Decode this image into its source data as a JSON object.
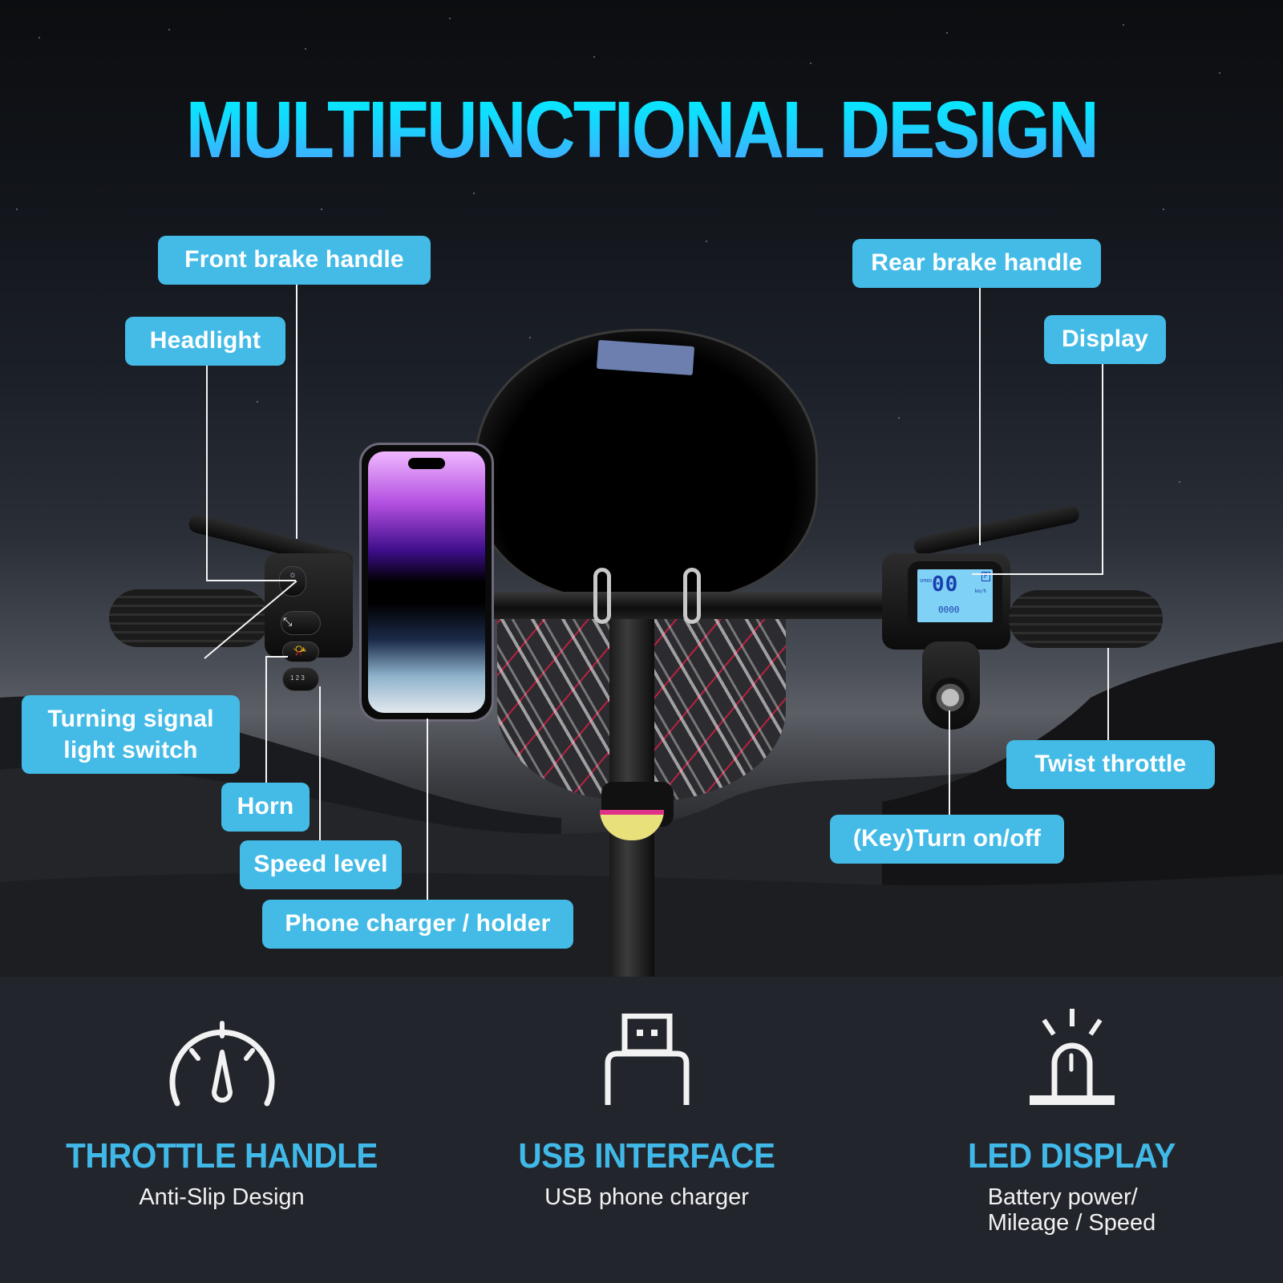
{
  "title": "MULTIFUNCTIONAL DESIGN",
  "colors": {
    "title_gradient_top": "#00f0ff",
    "title_gradient_bottom": "#4aa4ff",
    "label_bg": "#44bbe6",
    "label_text": "#ffffff",
    "feature_heading": "#41b9e8",
    "bottom_bg": "#22252b"
  },
  "callouts": {
    "front_brake_handle": "Front brake handle",
    "headlight": "Headlight",
    "turning_signal": "Turning signal\nlight switch",
    "horn": "Horn",
    "speed_level": "Speed level",
    "phone_charger_holder": "Phone charger / holder",
    "rear_brake_handle": "Rear brake handle",
    "display": "Display",
    "twist_throttle": "Twist throttle",
    "key_turn_on_off": "(Key)Turn on/off"
  },
  "lcd": {
    "speed": "00",
    "speed_label": "SPEED",
    "unit": "km/h",
    "odometer": "0000",
    "mode": "P"
  },
  "speed_switch_levels": "1 2 3",
  "features": [
    {
      "icon": "speedometer-icon",
      "heading": "THROTTLE HANDLE",
      "subtitle": "Anti-Slip Design"
    },
    {
      "icon": "usb-icon",
      "heading": "USB INTERFACE",
      "subtitle": "USB phone charger"
    },
    {
      "icon": "beacon-light-icon",
      "heading": "LED DISPLAY",
      "subtitle": "Battery power/\nMileage / Speed"
    }
  ]
}
